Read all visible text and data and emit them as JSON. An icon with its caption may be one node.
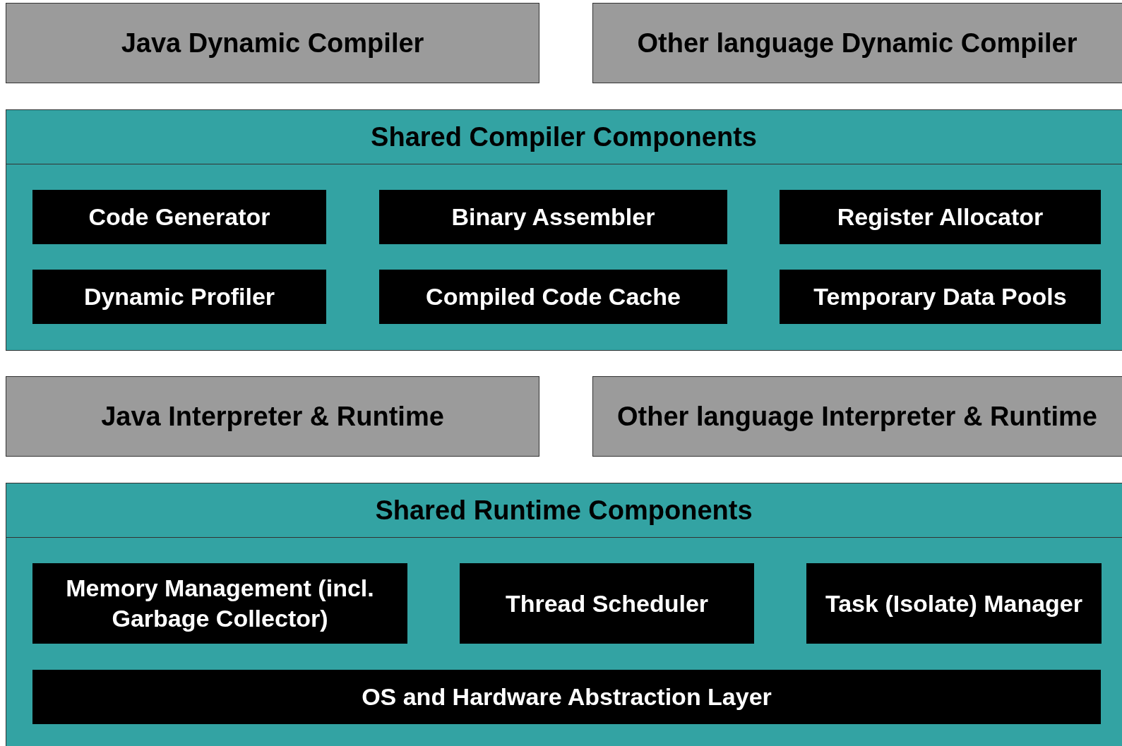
{
  "diagram": {
    "nodes": [
      {
        "text": [
          "Java Dynamic Compiler"
        ]
      },
      {
        "text": [
          "Other language Dynamic Compiler"
        ]
      },
      {
        "text": [
          "Shared Compiler Components"
        ]
      },
      {
        "text": [
          "Code Generator"
        ],
        "in": 2
      },
      {
        "text": [
          "Binary Assembler"
        ],
        "in": 2
      },
      {
        "text": [
          "Register Allocator"
        ],
        "in": 2
      },
      {
        "text": [
          "Dynamic Profiler"
        ],
        "in": 2
      },
      {
        "text": [
          "Compiled Code Cache"
        ],
        "in": 2
      },
      {
        "text": [
          "Temporary Data Pools"
        ],
        "in": 2
      },
      {
        "text": [
          "Java Interpreter & Runtime"
        ]
      },
      {
        "text": [
          "Other language Interpreter & Runtime"
        ]
      },
      {
        "text": [
          "Shared Runtime Components"
        ]
      },
      {
        "text": [
          "Memory Management (incl. Garbage Collector)"
        ],
        "in": 11
      },
      {
        "text": [
          "Thread Scheduler"
        ],
        "in": 11
      },
      {
        "text": [
          "Task (Isolate) Manager"
        ],
        "in": 11
      },
      {
        "text": [
          "OS and Hardware Abstraction Layer"
        ],
        "in": 11
      }
    ],
    "edges": []
  }
}
